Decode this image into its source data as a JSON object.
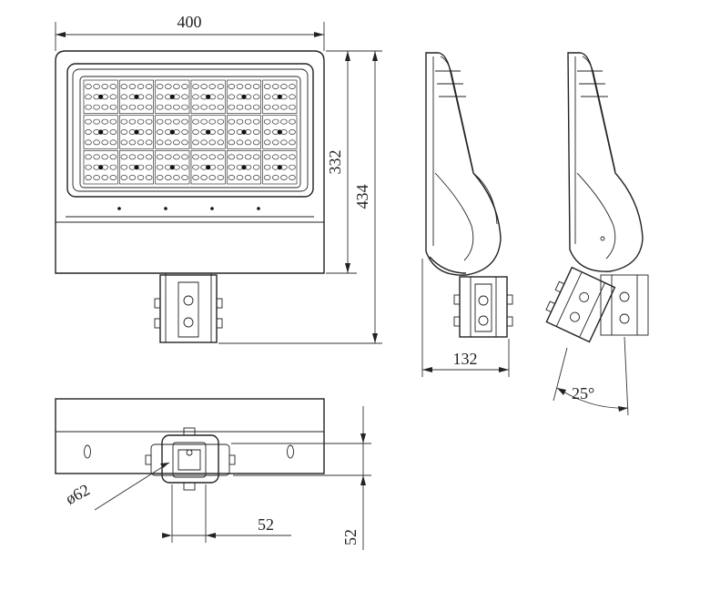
{
  "dimensions": {
    "width": "400",
    "height_body": "332",
    "height_total": "434",
    "side_depth": "132",
    "tilt_angle": "25°",
    "pole_diameter": "ø62",
    "bracket_width": "52",
    "bracket_depth": "52"
  },
  "led_grid": {
    "columns": 6,
    "rows": 3
  }
}
